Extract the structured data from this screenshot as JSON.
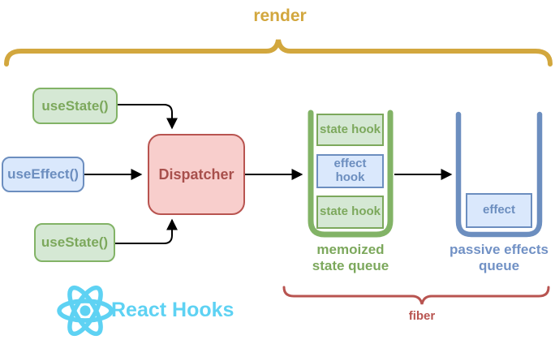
{
  "braces": {
    "render_label": "render",
    "fiber_label": "fiber"
  },
  "hook_calls": [
    {
      "label": "useState()",
      "type": "state"
    },
    {
      "label": "useEffect()",
      "type": "effect"
    },
    {
      "label": "useState()",
      "type": "state"
    }
  ],
  "dispatcher": {
    "label": "Dispatcher"
  },
  "memoized_queue": {
    "label": "memoized state queue",
    "items": [
      {
        "label": "state hook",
        "type": "state"
      },
      {
        "label": "effect hook",
        "type": "effect"
      },
      {
        "label": "state hook",
        "type": "state"
      }
    ]
  },
  "passive_queue": {
    "label": "passive effects queue",
    "items": [
      {
        "label": "effect",
        "type": "effect"
      }
    ]
  },
  "branding": {
    "logo_icon": "react-atom-icon",
    "text": "React Hooks"
  },
  "colors": {
    "gold": "#D2A73E",
    "green_fill": "#D5E8D4",
    "green_stroke": "#82B366",
    "green_text": "#7CA85C",
    "blue_fill": "#DAE8FC",
    "blue_stroke": "#6C8EBF",
    "blue_label_text": "#7191C5",
    "red_fill": "#F8CECC",
    "red_stroke": "#B85450",
    "red_text": "#A8504C",
    "arrow": "#000000",
    "react_cyan": "#5ED2F3"
  }
}
